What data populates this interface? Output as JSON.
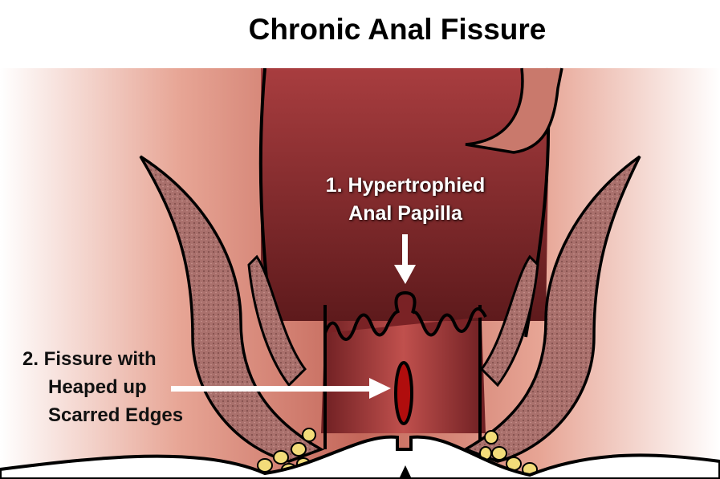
{
  "title": "Chronic Anal Fissure",
  "labels": [
    {
      "number": "1.",
      "lines": [
        "1. Hypertrophied",
        "Anal Papilla"
      ]
    },
    {
      "number": "2.",
      "lines": [
        "2. Fissure with",
        "Heaped up",
        "Scarred Edges"
      ]
    }
  ],
  "colors": {
    "canal": "#8e2f2f",
    "tissue": "#d98a7c",
    "muscle": "#a9706c",
    "fat": "#f3dc7a",
    "fissure": "#b00d0d"
  }
}
